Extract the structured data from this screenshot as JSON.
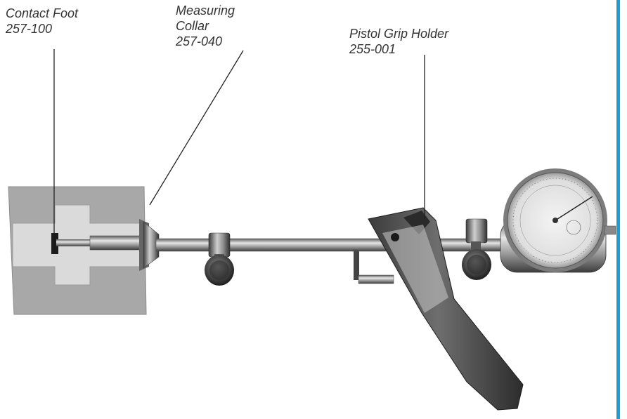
{
  "labels": {
    "contact_foot": {
      "name": "Contact Foot",
      "part": "257-100"
    },
    "measuring_collar": {
      "line1": "Measuring",
      "line2": "Collar",
      "part": "257-040"
    },
    "pistol_grip_holder": {
      "name": "Pistol Grip Holder",
      "part": "255-001"
    }
  },
  "colors": {
    "edge_accent": "#1a9fd0",
    "label_text": "#333333",
    "block_gray": "#a9a9a9",
    "bore_light": "#d8d8d8",
    "metal_dark": "#555555"
  }
}
